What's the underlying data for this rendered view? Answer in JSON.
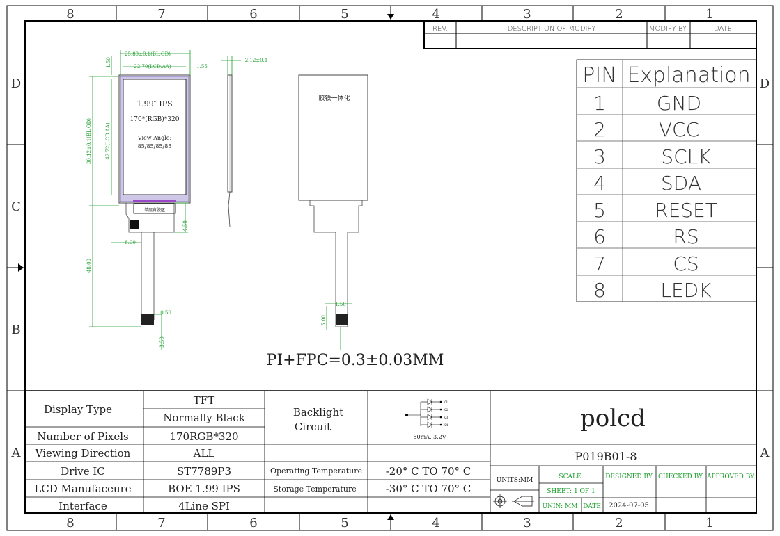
{
  "frame": {
    "col_labels": [
      "8",
      "7",
      "6",
      "5",
      "4",
      "3",
      "2",
      "1"
    ],
    "row_labels": [
      "D",
      "C",
      "B",
      "A"
    ]
  },
  "revision": {
    "rev": "REV.",
    "description": "DESCRIPTION OF MODIFY",
    "modify_by": "MODIFY BY:",
    "date": "DATE"
  },
  "pin_table": {
    "pin_header": "PIN",
    "explanation_header": "Explanation",
    "pins": [
      {
        "pin": "1",
        "name": "GND"
      },
      {
        "pin": "2",
        "name": "VCC"
      },
      {
        "pin": "3",
        "name": "SCLK"
      },
      {
        "pin": "4",
        "name": "SDA"
      },
      {
        "pin": "5",
        "name": "RESET"
      },
      {
        "pin": "6",
        "name": "RS"
      },
      {
        "pin": "7",
        "name": "CS"
      },
      {
        "pin": "8",
        "name": "LEDK"
      }
    ]
  },
  "drawing": {
    "screen_size": "1.99″ IPS",
    "resolution": "170*(RGB)*320",
    "view_angle_label": "View  Angle:",
    "view_angle_value": "85/85/85/85",
    "fpc_label": "单层背胶区",
    "back_label": "胶铁一体化",
    "dims": {
      "top_outer": "25.80±0.1(BL.OD)",
      "top_inner": "22.70(LCD.AA)",
      "top_right": "1.55",
      "left_top": "1.50",
      "left_outer": "30.12±0.1(BL.OD)",
      "left_inner": "42.72(LCD.AA)",
      "fpc_length": "48.00",
      "fpc_width": "8.00",
      "fpc_right": "4.50",
      "thickness": "2.12±0.1",
      "pitch": "0.50",
      "pin_len": "3.50",
      "back_w": "1.50",
      "back_h": "5.00"
    },
    "pi_fpc": "PI+FPC=0.3±0.03MM"
  },
  "spec": {
    "display_type_label": "Display Type",
    "display_type_1": "TFT",
    "display_type_2": "Normally Black",
    "pixels_label": "Number of Pixels",
    "pixels_value": "170RGB*320",
    "viewing_label": "Viewing Direction",
    "viewing_value": "ALL",
    "drive_label": "Drive IC",
    "drive_value": "ST7789P3",
    "lcd_label": "LCD Manufaceure",
    "lcd_value": "BOE 1.99 IPS",
    "interface_label": "Interface",
    "interface_value": "4Line SPI",
    "backlight_label_1": "Backlight",
    "backlight_label_2": "Circuit",
    "backlight_spec": "80mA, 3.2V",
    "led_labels": [
      "K1",
      "K2",
      "K3",
      "K4"
    ],
    "op_temp_label": "Operating Temperature",
    "op_temp_value": "-20° C TO 70° C",
    "st_temp_label": "Storage Temperature",
    "st_temp_value": "-30° C TO 70° C"
  },
  "title_block": {
    "company": "polcd",
    "part_no": "P019B01-8",
    "units": "UNITS:MM",
    "scale": "SCALE:",
    "designed": "DESIGNED BY:",
    "checked": "CHECKED BY:",
    "approved": "APPROVED BY:",
    "sheet": "SHEET: 1 OF 1",
    "unin": "UNIN: MM",
    "date_label": "DATE",
    "date_value": "2024-07-05"
  }
}
